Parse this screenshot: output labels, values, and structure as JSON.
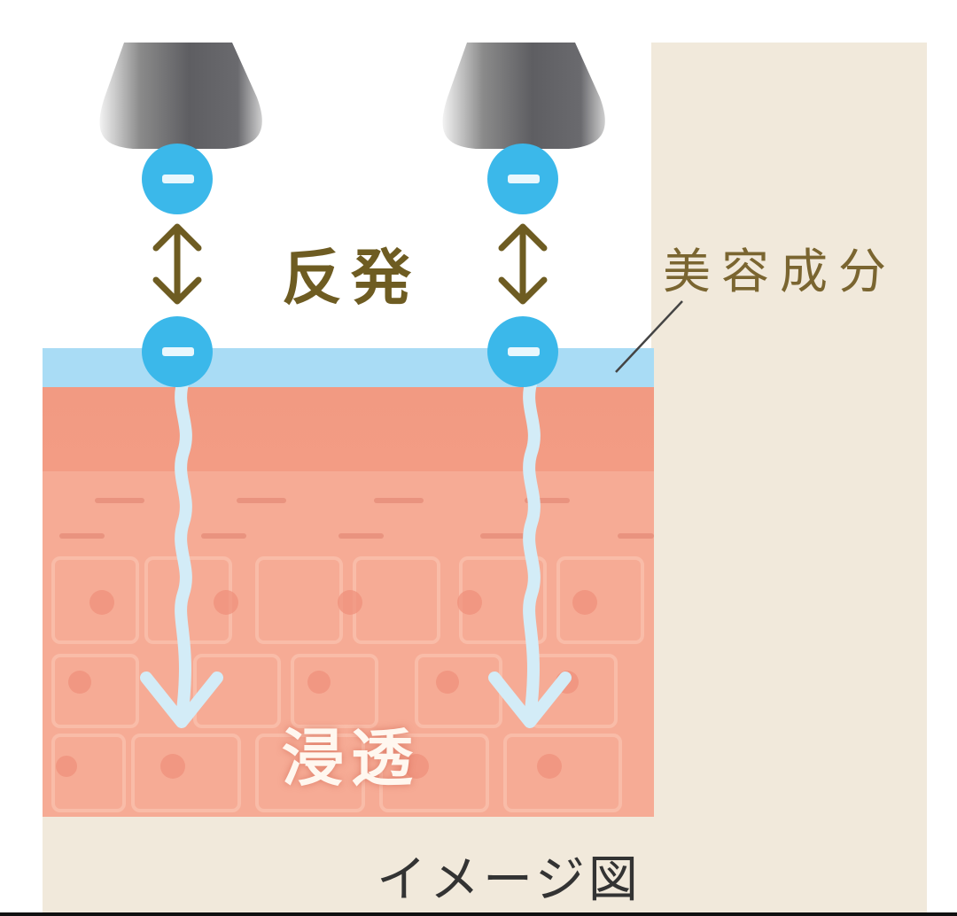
{
  "labels": {
    "repel": "反発",
    "ingredient": "美容成分",
    "penetrate": "浸透",
    "caption": "イメージ図"
  },
  "probes": [
    {
      "name": "left-probe",
      "top_ion": "−",
      "bottom_ion": "−"
    },
    {
      "name": "right-probe",
      "top_ion": "−",
      "bottom_ion": "−"
    }
  ],
  "colors": {
    "ion": "#3bb8ea",
    "ingredient_layer": "#a9dcf5",
    "skin_top": "#f29a82",
    "skin_cells": "#f6ac96",
    "arrow": "#6e5c22",
    "panel": "#f1e9db",
    "penetration_path": "#d7eef8"
  }
}
